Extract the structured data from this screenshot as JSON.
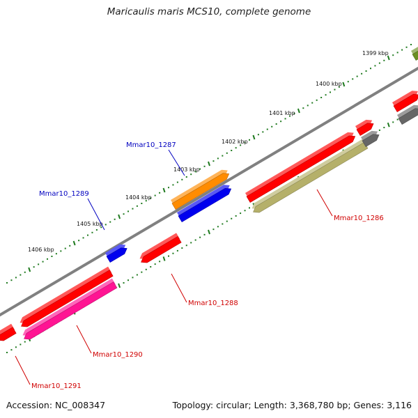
{
  "title": "Maricaulis maris MCS10, complete genome",
  "footer": {
    "accession": "Accession: NC_008347",
    "topology": "Topology: circular; Length: 3,368,780 bp; Genes: 3,116"
  },
  "colors": {
    "backbone": "#808080",
    "tick": "#1f7a1f",
    "forward_label": "#0000c0",
    "reverse_label": "#d00000"
  },
  "position_labels": [
    {
      "text": "1399 kbp"
    },
    {
      "text": "1400 kbp"
    },
    {
      "text": "1401 kbp"
    },
    {
      "text": "1402 kbp"
    },
    {
      "text": "1403 kbp"
    },
    {
      "text": "1404 kbp"
    },
    {
      "text": "1405 kbp"
    },
    {
      "text": "1406 kbp"
    }
  ],
  "features": [
    {
      "id": "f-1287",
      "strand": "forward",
      "color": "#ff8c00",
      "label": "Mmar10_1287"
    },
    {
      "id": "f-1289",
      "strand": "forward",
      "color": "#0000ee",
      "label": "Mmar10_1289"
    },
    {
      "id": "f-fwd-blue-2",
      "strand": "forward",
      "color": "#0000ee",
      "label": ""
    },
    {
      "id": "f-fwd-olive",
      "strand": "forward",
      "color": "#6b8e23",
      "label": ""
    },
    {
      "id": "f-1286",
      "strand": "reverse",
      "color": "#b5b06a",
      "label": "Mmar10_1286"
    },
    {
      "id": "f-rev-red-a",
      "strand": "reverse",
      "color": "#ff0000",
      "label": ""
    },
    {
      "id": "f-rev-red-b",
      "strand": "reverse",
      "color": "#ff0000",
      "label": ""
    },
    {
      "id": "f-rev-gray-a",
      "strand": "reverse",
      "color": "#666666",
      "label": ""
    },
    {
      "id": "f-rev-gray-b",
      "strand": "reverse",
      "color": "#666666",
      "label": ""
    },
    {
      "id": "f-rev-red-c",
      "strand": "reverse",
      "color": "#ff0000",
      "label": ""
    },
    {
      "id": "f-1288",
      "strand": "reverse",
      "color": "#ff0000",
      "label": "Mmar10_1288"
    },
    {
      "id": "f-rev-red-d",
      "strand": "reverse",
      "color": "#ff0000",
      "label": ""
    },
    {
      "id": "f-1290",
      "strand": "reverse",
      "color": "#ff1493",
      "label": "Mmar10_1290"
    },
    {
      "id": "f-1291",
      "strand": "reverse",
      "color": "#ff0000",
      "label": "Mmar10_1291"
    }
  ]
}
